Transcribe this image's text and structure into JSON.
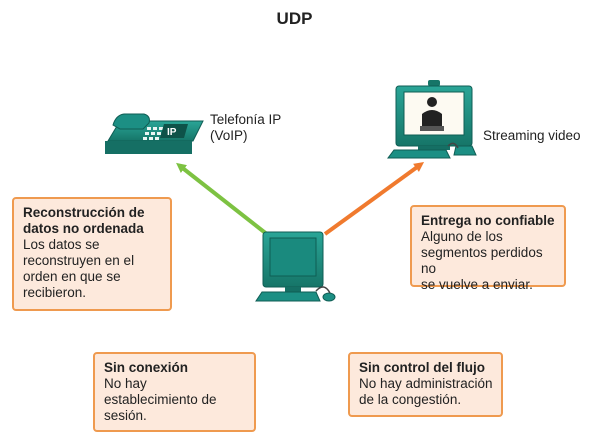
{
  "title": "UDP",
  "devices": {
    "phone": {
      "label_line1": "Telefonía IP",
      "label_line2": "(VoIP)",
      "screen_text": "IP"
    },
    "video": {
      "label": "Streaming video"
    },
    "computer": {
      "label": ""
    }
  },
  "boxes": {
    "reassembly": {
      "heading_line1": "Reconstrucción de",
      "heading_line2": "datos no ordenada",
      "body_lines": [
        "Los datos se",
        "reconstruyen en el",
        "orden en que se",
        "recibieron."
      ]
    },
    "unreliable": {
      "heading": "Entrega no confiable",
      "body_lines": [
        "Alguno de los",
        "segmentos perdidos no",
        "se vuelve a enviar."
      ]
    },
    "connectionless": {
      "heading": "Sin conexión",
      "body_lines": [
        "No hay",
        "establecimiento de",
        "sesión."
      ]
    },
    "no_flow_control": {
      "heading": "Sin control del flujo",
      "body_lines": [
        "No hay administración",
        "de la congestión."
      ]
    }
  },
  "colors": {
    "arrow_to_phone": "#7dc242",
    "arrow_to_video": "#f07a2e",
    "box_fill": "#fde9dc",
    "box_border": "#ef9a4f",
    "device_teal": "#1c8f84"
  }
}
